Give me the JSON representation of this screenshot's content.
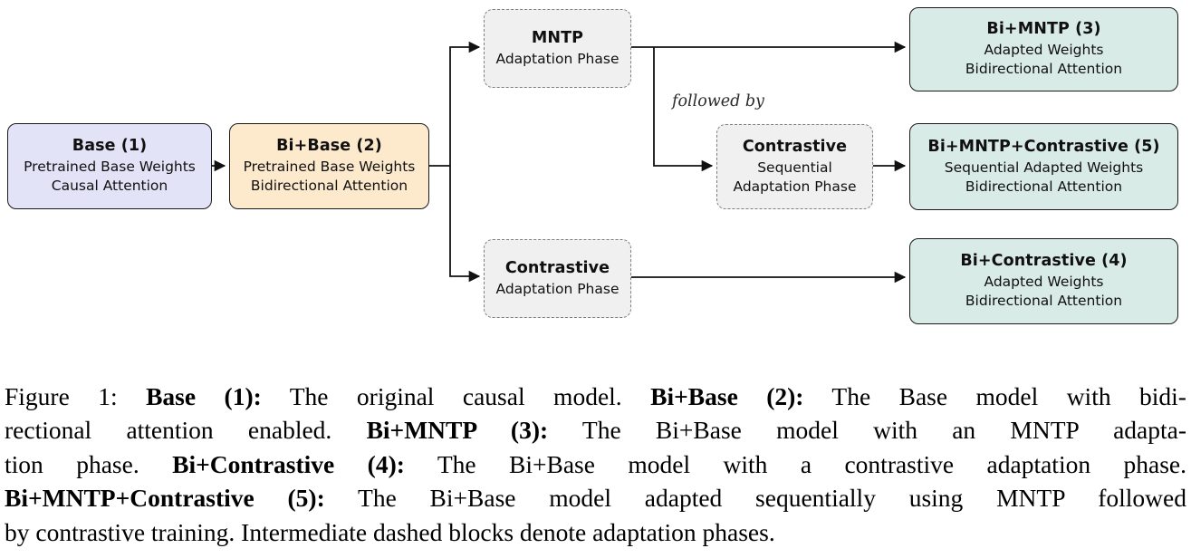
{
  "theme": {
    "background": "#ffffff",
    "arrow": "#111111",
    "text": "#101010",
    "node_border": "#1a1a1a",
    "base_fill": "#e3e3f8",
    "bibase_fill": "#fdeacd",
    "phase_fill": "#f0f0f0",
    "phase_border": "#7f7f7f",
    "result_fill": "#d9ebe7"
  },
  "diagram": {
    "followed_by_label": "followed by",
    "nodes": {
      "base": {
        "title": "Base (1)",
        "lines": [
          "Pretrained Base Weights",
          "Causal Attention"
        ]
      },
      "bibase": {
        "title": "Bi+Base (2)",
        "lines": [
          "Pretrained Base Weights",
          "Bidirectional Attention"
        ]
      },
      "mntp": {
        "title": "MNTP",
        "lines": [
          "Adaptation Phase"
        ]
      },
      "contrastive_seq": {
        "title": "Contrastive",
        "lines": [
          "Sequential",
          "Adaptation Phase"
        ]
      },
      "contrastive": {
        "title": "Contrastive",
        "lines": [
          "Adaptation Phase"
        ]
      },
      "bimntp": {
        "title": "Bi+MNTP (3)",
        "lines": [
          "Adapted Weights",
          "Bidirectional Attention"
        ]
      },
      "bimc": {
        "title": "Bi+MNTP+Contrastive (5)",
        "lines": [
          "Sequential Adapted Weights",
          "Bidirectional Attention"
        ]
      },
      "bic": {
        "title": "Bi+Contrastive (4)",
        "lines": [
          "Adapted Weights",
          "Bidirectional Attention"
        ]
      }
    }
  },
  "caption": {
    "lines": [
      {
        "segments": [
          {
            "text": "Figure 1: ",
            "bold": false
          },
          {
            "text": "Base (1):",
            "bold": true
          },
          {
            "text": " The original causal model. ",
            "bold": false
          },
          {
            "text": "Bi+Base (2):",
            "bold": true
          },
          {
            "text": " The Base model with bidi-",
            "bold": false
          }
        ]
      },
      {
        "segments": [
          {
            "text": "rectional attention enabled. ",
            "bold": false
          },
          {
            "text": "Bi+MNTP (3):",
            "bold": true
          },
          {
            "text": " The Bi+Base model with an MNTP adapta-",
            "bold": false
          }
        ]
      },
      {
        "segments": [
          {
            "text": "tion phase. ",
            "bold": false
          },
          {
            "text": "Bi+Contrastive (4):",
            "bold": true
          },
          {
            "text": " The Bi+Base model with a contrastive adaptation phase.",
            "bold": false
          }
        ]
      },
      {
        "segments": [
          {
            "text": "Bi+MNTP+Contrastive (5):",
            "bold": true
          },
          {
            "text": " The Bi+Base model adapted sequentially using MNTP followed",
            "bold": false
          }
        ]
      },
      {
        "segments": [
          {
            "text": "by contrastive training. Intermediate dashed blocks denote adaptation phases.",
            "bold": false
          }
        ]
      }
    ]
  }
}
